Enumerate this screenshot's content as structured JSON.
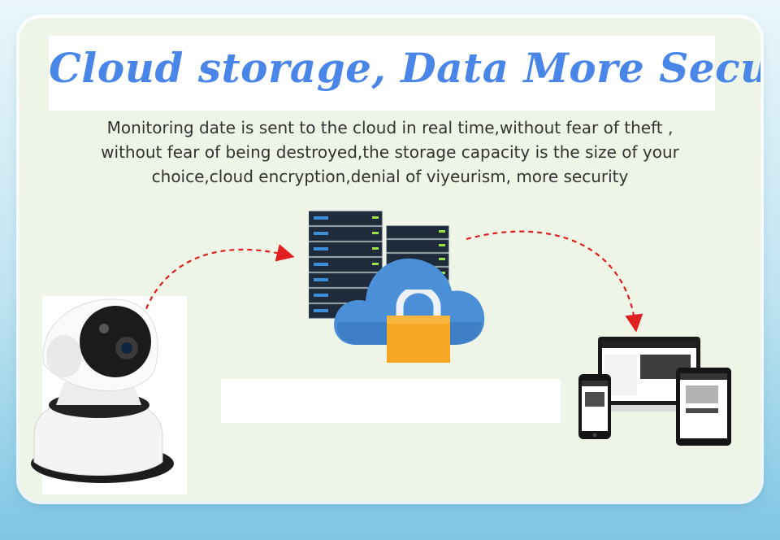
{
  "title": "Cloud storage, Data More Secure",
  "description": [
    "Monitoring date is sent to the cloud in real time,without fear of theft ,",
    "without fear of being destroyed,the storage capacity is the size of your",
    "choice,cloud encryption,denial of viyeurism, more security"
  ],
  "icons": [
    "camera-icon",
    "server-rack-icon",
    "cloud-icon",
    "padlock-icon",
    "laptop-icon",
    "tablet-icon",
    "phone-icon",
    "dashed-arrow-icon"
  ],
  "colors": {
    "title": "#4a86e8",
    "cloud": "#4a8fd8",
    "padlock": "#f5a623",
    "arrow": "#e02020",
    "server": "#1f2a3a",
    "card": "#eef5e6"
  }
}
